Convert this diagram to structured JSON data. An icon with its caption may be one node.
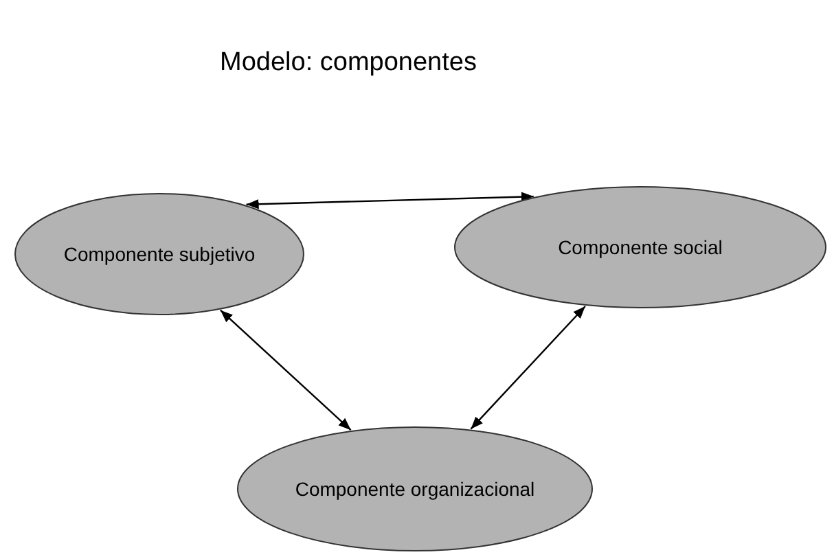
{
  "diagram": {
    "title": "Modelo: componentes",
    "nodes": [
      {
        "text": [
          "Componente subjetivo"
        ]
      },
      {
        "text": [
          "Componente social"
        ]
      },
      {
        "text": [
          "Componente organizacional"
        ]
      }
    ],
    "edges": [
      {
        "from": 0,
        "to": 1,
        "arrow": "both"
      },
      {
        "from": 0,
        "to": 2,
        "arrow": "both"
      },
      {
        "from": 1,
        "to": 2,
        "arrow": "both"
      }
    ]
  }
}
